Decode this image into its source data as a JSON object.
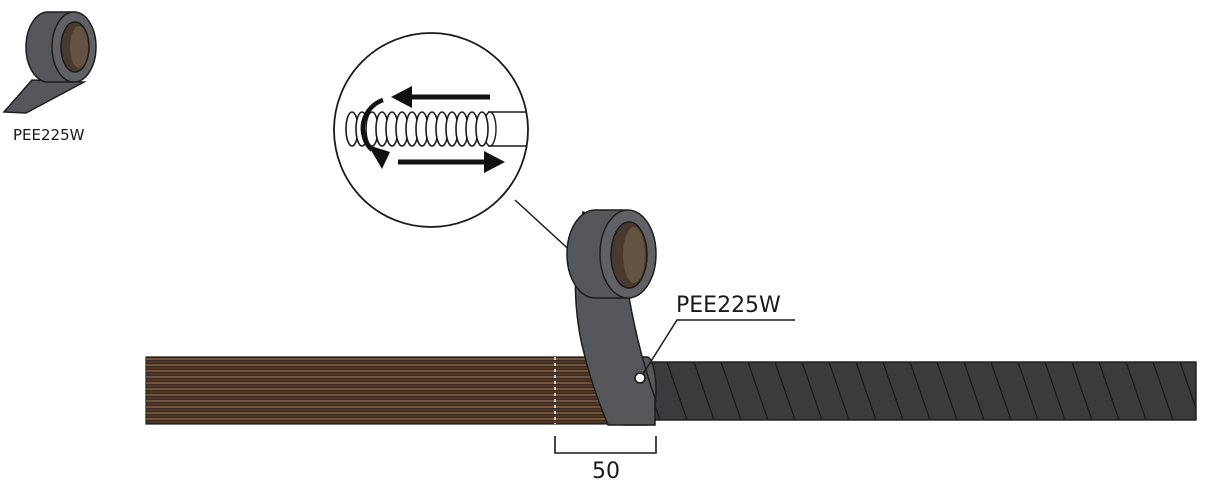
{
  "labels": {
    "roll_icon_label": "PEE225W",
    "tape_callout_label": "PEE225W",
    "overlap_dimension": "50"
  },
  "colors": {
    "tape_dark": "#55575a",
    "tape_outline": "#1d1d1d",
    "roll_inner": "#4a3a2e",
    "cable_strand_base": "#3b2a1f",
    "cable_strand_light": "#c79a6f",
    "wrapped_cable": "#3a3b3d",
    "line": "#1a1a1a"
  },
  "icons": {
    "roll": "tape-roll-icon",
    "detail": "wrap-direction-detail-icon",
    "arrow_left": "arrow-left-icon",
    "arrow_right": "arrow-right-icon",
    "curved_arrow": "curved-arrow-icon"
  }
}
